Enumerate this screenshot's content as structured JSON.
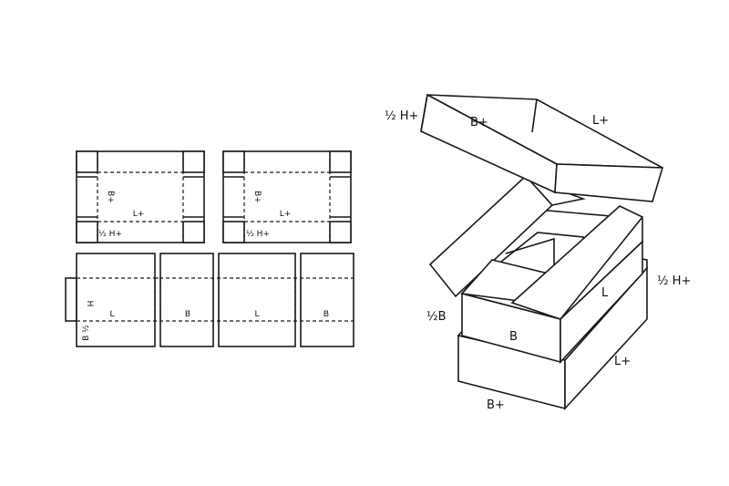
{
  "lid_net_left": {
    "h_label": "½ H+",
    "b_label": "B+",
    "l_label": "L+"
  },
  "lid_net_right": {
    "h_label": "½ H+",
    "b_label": "B+",
    "l_label": "L+"
  },
  "base_net": {
    "h_label": "H",
    "b_half_label": "B ½",
    "panel_labels": [
      "L",
      "B",
      "L",
      "B"
    ]
  },
  "lid_3d": {
    "h_label": "½ H+",
    "b_label": "B+",
    "l_label": "L+"
  },
  "inner_box_3d": {
    "b_half_label": "½B",
    "b_label": "B",
    "l_label": "L"
  },
  "outer_box_3d": {
    "h_label": "½ H+",
    "l_label": "L+",
    "b_label": "B+"
  }
}
